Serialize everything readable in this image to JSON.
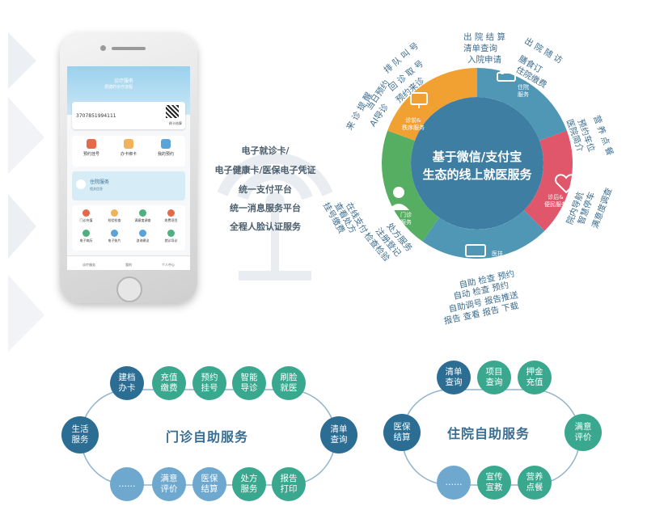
{
  "phone": {
    "banner_title": "诊疗服务",
    "banner_sub": "便捷的诊疗流程",
    "card_number": "3707851994111",
    "card_hint": "刷卡结算",
    "quick": [
      "预约挂号",
      "办卡绑卡",
      "我的预约"
    ],
    "message_title": "住院服务",
    "message_sub": "相关信息",
    "grid": [
      "门诊充值",
      "检验检查",
      "满意度调查",
      "收费项目",
      "电子病历",
      "电子账片",
      "咨询建议",
      "就诊导诊"
    ],
    "tabs": [
      "诊疗服务",
      "我的",
      "个人中心"
    ]
  },
  "middle_lines": [
    "电子就诊卡/",
    "电子健康卡/医保电子凭证",
    "统一支付平台",
    "统一消息服务平台",
    "全程人脸认证服务"
  ],
  "wheel": {
    "center_line1": "基于微信/支付宝",
    "center_line2": "生态的线上就医服务",
    "segments": [
      {
        "name": "诊前&\n秩序服务",
        "color": "#f0a132"
      },
      {
        "name": "住院\n服务",
        "color": "#4f97b5"
      },
      {
        "name": "诊后&\n便民服务",
        "color": "#e0566a"
      },
      {
        "name": "医技\n服务",
        "color": "#4f97b5"
      },
      {
        "name": "门诊\n服务",
        "color": "#56ae62"
      }
    ],
    "outer_labels": {
      "pre": [
        "排 队 叫 号",
        "回 诊 取 号",
        "预约来诊",
        "当日预约",
        "AI导诊",
        "来 诊 提 醒"
      ],
      "inpatient": [
        "出 院 结 算",
        "清单查询",
        "入院申请",
        "出 院 随 访",
        "膳食订",
        "住院缴费"
      ],
      "post": [
        "营 养 点 餐",
        "预约车位",
        "医院简介",
        "满意度调查",
        "智慧停车",
        "院内导航"
      ],
      "tech": [
        "自助 检查 预约",
        "自动 检查 预约",
        "自助调号 报告推送",
        "报告 查看 报告 下载"
      ],
      "outpatient": [
        "挂号缴费",
        "查看处方",
        "在线支付",
        "检查检验",
        "注册登记",
        "处方服务"
      ]
    }
  },
  "outpatient_loop": {
    "title": "门诊自助服务",
    "pills": [
      "建档\n办卡",
      "充值\n缴费",
      "预约\n挂号",
      "智能\n导诊",
      "刷脸\n就医",
      "清单\n查询",
      "报告\n打印",
      "处方\n服务",
      "医保\n结算",
      "满意\n评价",
      "……",
      "生活\n服务"
    ]
  },
  "inpatient_loop": {
    "title": "住院自助服务",
    "pills": [
      "清单\n查询",
      "项目\n查询",
      "押金\n充值",
      "满意\n评价",
      "营养\n点餐",
      "宣传\n宣教",
      "……",
      "医保\n结算"
    ]
  },
  "colors": {
    "green": "#3aa88e",
    "blue": "#2b6d93",
    "light_blue": "#6ea8cf",
    "orange": "#f0a132",
    "red": "#e0566a"
  }
}
